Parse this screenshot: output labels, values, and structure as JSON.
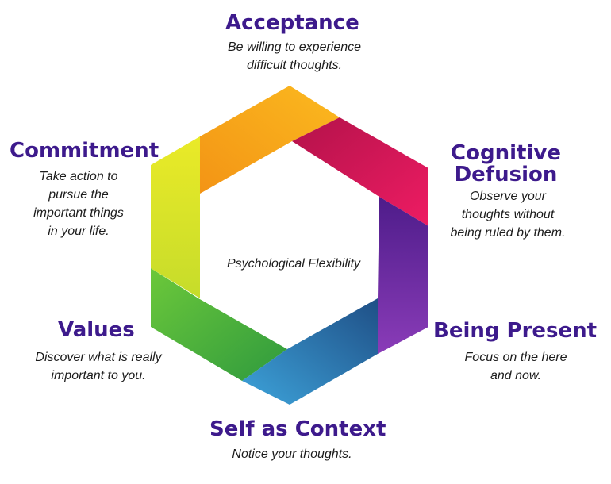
{
  "diagram": {
    "center_label": "Psychological Flexibility",
    "title_color": "#3d1a8c",
    "processes": [
      {
        "id": "acceptance",
        "title": [
          "Acceptance"
        ],
        "description": [
          "Be willing to experience",
          "difficult thoughts."
        ],
        "color": "#f7a21b"
      },
      {
        "id": "cognitive-defusion",
        "title": [
          "Cognitive",
          "Defusion"
        ],
        "description": [
          "Observe your",
          "thoughts without",
          "being ruled by them."
        ],
        "color": "#e0165c"
      },
      {
        "id": "being-present",
        "title": [
          "Being Present"
        ],
        "description": [
          "Focus on the here",
          "and now."
        ],
        "color": "#6a2aa6"
      },
      {
        "id": "self-as-context",
        "title": [
          "Self as Context"
        ],
        "description": [
          "Notice your thoughts."
        ],
        "color": "#2b7fc4"
      },
      {
        "id": "values",
        "title": [
          "Values"
        ],
        "description": [
          "Discover what is really",
          "important to you."
        ],
        "color": "#4fbf3a"
      },
      {
        "id": "commitment",
        "title": [
          "Commitment"
        ],
        "description": [
          "Take action to",
          "pursue the",
          "important things",
          "in your life."
        ],
        "color": "#e8e41f"
      }
    ]
  }
}
